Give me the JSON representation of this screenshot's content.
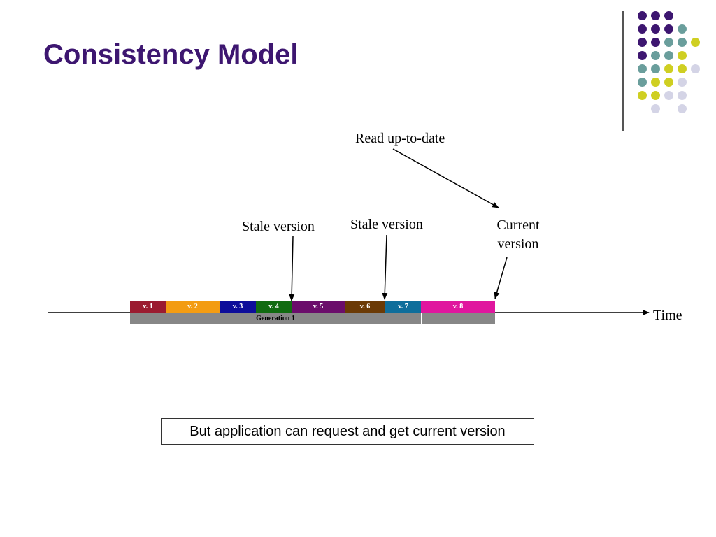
{
  "slide": {
    "title": "Consistency Model",
    "annotations": {
      "read_up_to_date": "Read up-to-date",
      "stale_version_1": "Stale version",
      "stale_version_2": "Stale version",
      "current_version_line1": "Current",
      "current_version_line2": "version"
    },
    "timeline": {
      "axis_label": "Time",
      "versions": [
        {
          "label": "v. 1",
          "color": "#9b1b30"
        },
        {
          "label": "v. 2",
          "color": "#f39c12"
        },
        {
          "label": "v. 3",
          "color": "#0d0d9a"
        },
        {
          "label": "v. 4",
          "color": "#116b11"
        },
        {
          "label": "v. 5",
          "color": "#6b0d6b"
        },
        {
          "label": "v. 6",
          "color": "#6b3a05"
        },
        {
          "label": "v. 7",
          "color": "#0f6e9b"
        },
        {
          "label": "v. 8",
          "color": "#e0169e"
        }
      ],
      "generation_label": "Generation 1"
    },
    "note": "But application can request and get current version",
    "theme_colors": {
      "purple": "#3d1670",
      "teal": "#6a9e9c",
      "olive": "#cfcf22",
      "lavender": "#d4d4e6"
    }
  }
}
